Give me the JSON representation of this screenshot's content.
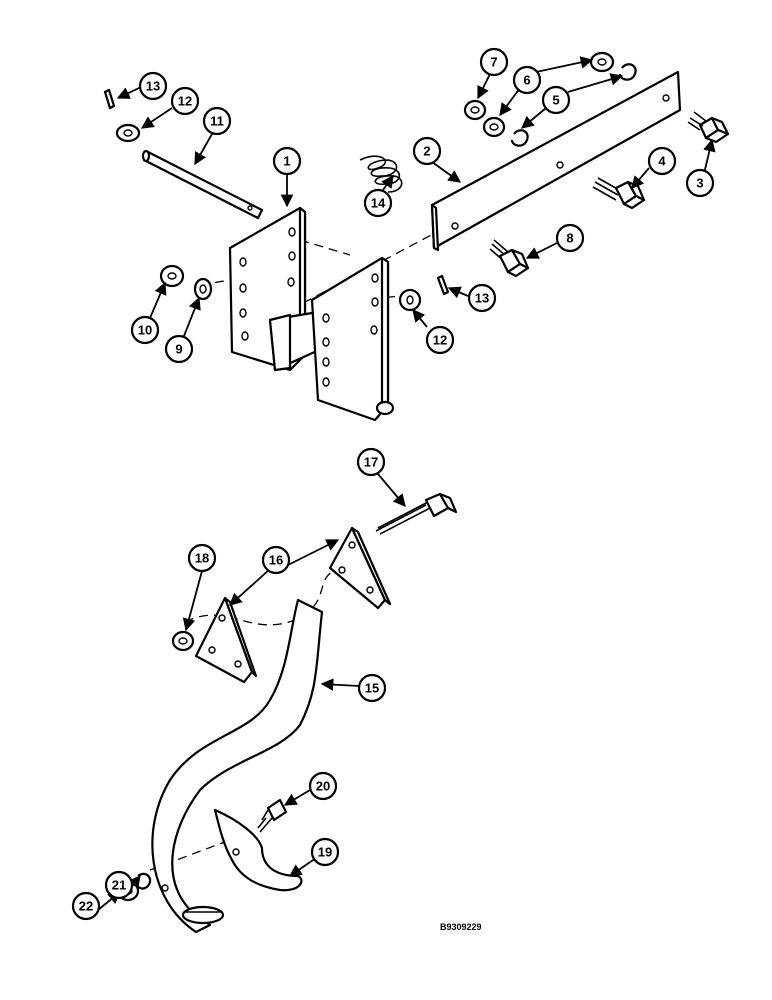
{
  "callouts": {
    "c1": "1",
    "c2": "2",
    "c3": "3",
    "c4": "4",
    "c5": "5",
    "c6": "6",
    "c7": "7",
    "c8": "8",
    "c9": "9",
    "c10": "10",
    "c11": "11",
    "c12a": "12",
    "c12b": "12",
    "c13a": "13",
    "c13b": "13",
    "c14": "14",
    "c15": "15",
    "c16": "16",
    "c17": "17",
    "c18": "18",
    "c19": "19",
    "c20": "20",
    "c21": "21",
    "c22": "22"
  },
  "reference_code": "B9309229"
}
